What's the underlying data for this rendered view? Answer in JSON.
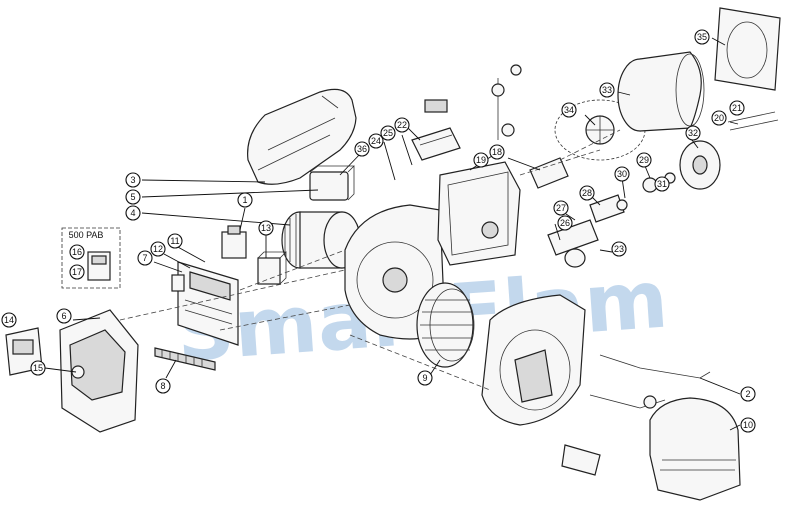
{
  "watermark": "SmartFlam",
  "inset_label": "500 PAB",
  "callouts": {
    "c1": "1",
    "c2": "2",
    "c3": "3",
    "c4": "4",
    "c5": "5",
    "c6": "6",
    "c7": "7",
    "c8": "8",
    "c9": "9",
    "c10": "10",
    "c11": "11",
    "c12": "12",
    "c13": "13",
    "c14": "14",
    "c15": "15",
    "c16": "16",
    "c17": "17",
    "c18": "18",
    "c19": "19",
    "c20": "20",
    "c21": "21",
    "c22": "22",
    "c23": "23",
    "c24": "24",
    "c25": "25",
    "c26": "26",
    "c27": "27",
    "c28": "28",
    "c29": "29",
    "c30": "30",
    "c31": "31",
    "c32": "32",
    "c33": "33",
    "c34": "34",
    "c35": "35",
    "c36": "36"
  }
}
